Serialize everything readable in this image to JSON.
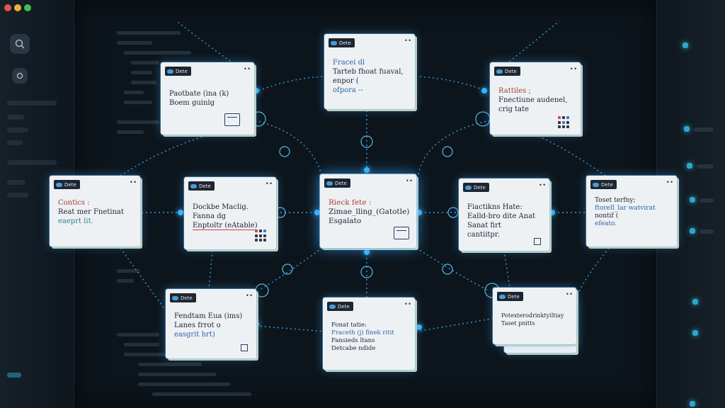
{
  "colors": {
    "accent": "#3ab4ff",
    "card_bg": "#eef1f4",
    "tag_bg": "#1d2631"
  },
  "cards": [
    {
      "id": "card-1",
      "tag": "Dete",
      "lines": [
        {
          "t": "Fracei dl",
          "c": "c-blue"
        },
        {
          "t": "Tarteb fhoat fuaval,",
          "c": "c-dark"
        },
        {
          "t": "enpor (",
          "c": "c-dark"
        },
        {
          "t": "ofpora  --",
          "c": "c-blue"
        }
      ]
    },
    {
      "id": "card-2",
      "tag": "Dete",
      "lines": [
        {
          "t": "Paotbate (ina (k)",
          "c": "c-dark"
        },
        {
          "t": "Boem guinlg",
          "c": "c-dark"
        }
      ]
    },
    {
      "id": "card-3",
      "tag": "Dete",
      "lines": [
        {
          "t": "Rattiles ;",
          "c": "c-red"
        },
        {
          "t": "Fnectiune audenel,",
          "c": "c-dark"
        },
        {
          "t": "crig tate",
          "c": "c-dark"
        }
      ]
    },
    {
      "id": "card-4",
      "tag": "Dete",
      "lines": [
        {
          "t": "Contics :",
          "c": "c-red"
        },
        {
          "t": "Reat mer Fnetinat",
          "c": "c-dark"
        },
        {
          "t": "eaeprt lit.",
          "c": "c-teal"
        }
      ]
    },
    {
      "id": "card-5",
      "tag": "Dete",
      "lines": [
        {
          "t": "Dockbe Maclig.",
          "c": "c-dark"
        },
        {
          "t": "Fanna dg",
          "c": "c-dark"
        },
        {
          "t": "Enptoltr (eAtable)",
          "c": "c-dark",
          "hl": true
        }
      ]
    },
    {
      "id": "card-6",
      "tag": "Dete",
      "lines": [
        {
          "t": "Rieck fete :",
          "c": "c-red"
        },
        {
          "t": "Zimae_lling_(Gatotle)",
          "c": "c-dark"
        },
        {
          "t": "Esgalato",
          "c": "c-dark"
        }
      ]
    },
    {
      "id": "card-7",
      "tag": "Dete",
      "lines": [
        {
          "t": "Fiactikns Hate:",
          "c": "c-dark"
        },
        {
          "t": "Ealld-bro dite Anat",
          "c": "c-dark"
        },
        {
          "t": "Sanat firt",
          "c": "c-dark"
        },
        {
          "t": "cantiitpr.",
          "c": "c-dark"
        }
      ]
    },
    {
      "id": "card-8",
      "tag": "Dete",
      "lines": [
        {
          "t": "Toset terfny;",
          "c": "c-dark"
        },
        {
          "t": "ftorell_lar watvirat",
          "c": "c-blue"
        },
        {
          "t": "nontif  (",
          "c": "c-dark"
        },
        {
          "t": "efeato.",
          "c": "c-blue"
        }
      ]
    },
    {
      "id": "card-9",
      "tag": "Dete",
      "lines": [
        {
          "t": "Fendtam Eua (ims)",
          "c": "c-dark"
        },
        {
          "t": "Lanes frrot o",
          "c": "c-dark"
        },
        {
          "t": "easgrit hrt)",
          "c": "c-blue"
        }
      ]
    },
    {
      "id": "card-10",
      "tag": "Dete",
      "lines": [
        {
          "t": "Fonat tatie:",
          "c": "c-dark"
        },
        {
          "t": "Fraceth (j) finek ritit",
          "c": "c-blue"
        },
        {
          "t": "Fansieds ltans",
          "c": "c-dark"
        },
        {
          "t": "Detcabe ndide",
          "c": "c-dark"
        }
      ]
    },
    {
      "id": "card-11",
      "tag": "Dete",
      "lines": [
        {
          "t": "Potexterodrinktyiltiay",
          "c": "c-dark"
        },
        {
          "t": "Taset pnitts",
          "c": "c-dark"
        }
      ]
    }
  ],
  "icons": {
    "menu": "menu-dots-icon",
    "folder": "folder-icon",
    "grid": "grid-icon",
    "cloud": "cloud-icon"
  }
}
